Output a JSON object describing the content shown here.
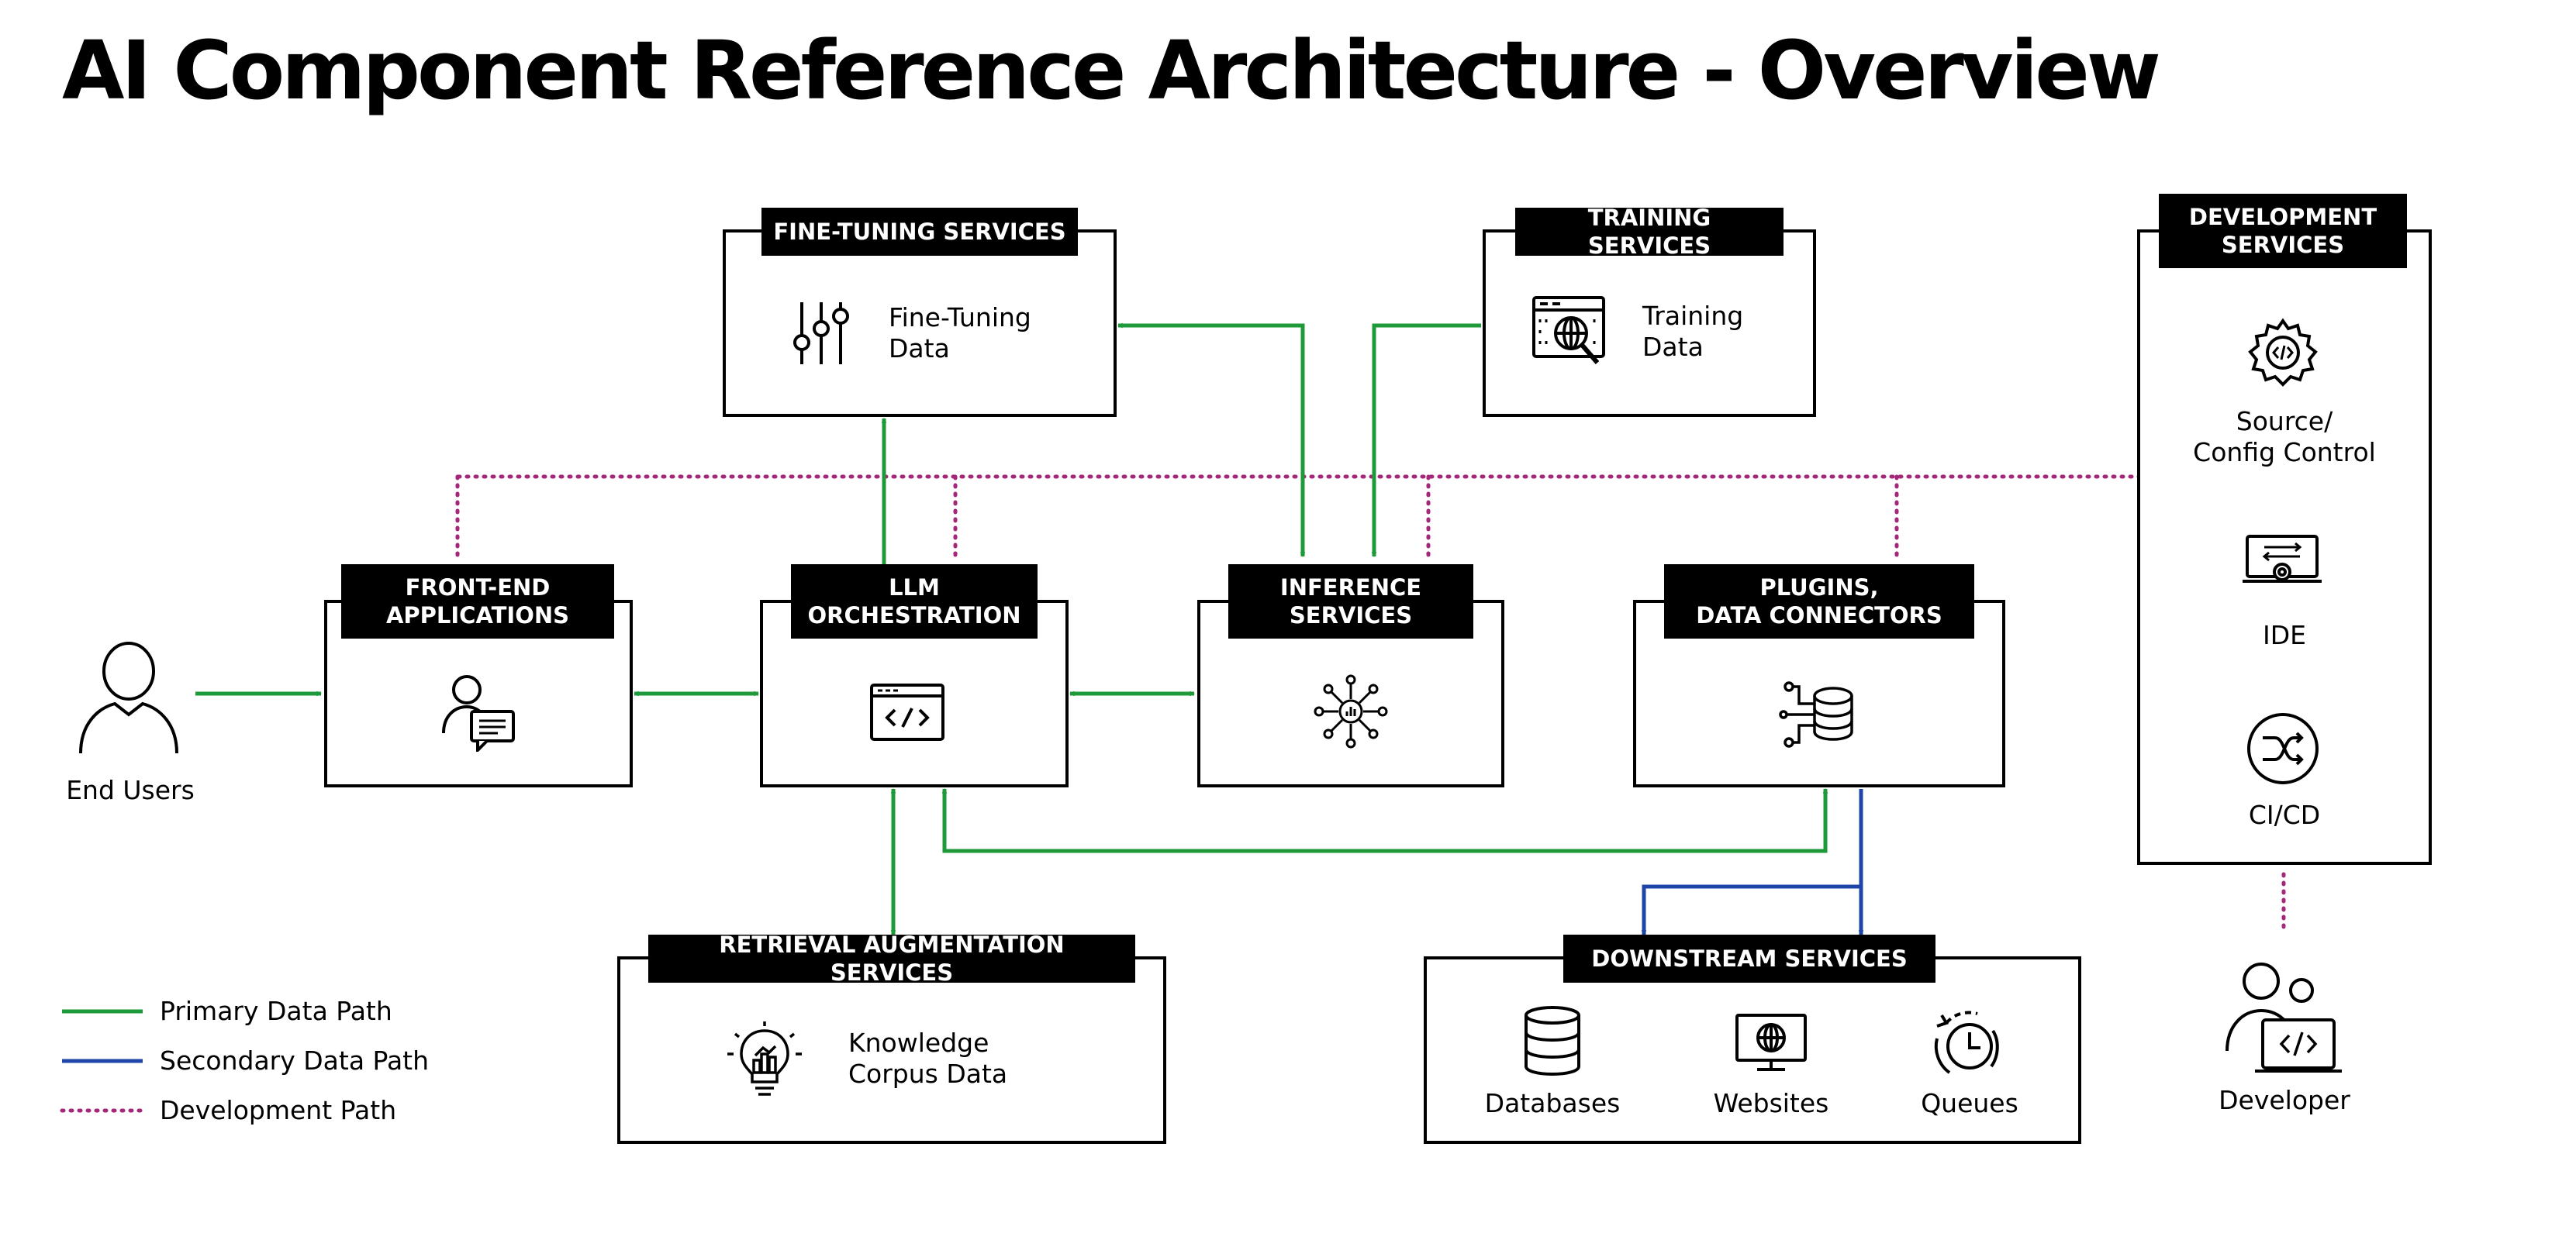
{
  "title": "AI Component Reference Architecture - Overview",
  "colors": {
    "primary": "#1f9a3a",
    "secondary": "#1f45a8",
    "development": "#a4277a",
    "box_border": "#000000",
    "header_bg": "#000000",
    "header_text": "#ffffff"
  },
  "actors": {
    "end_users": "End Users",
    "developer": "Developer"
  },
  "components": {
    "fine_tuning": {
      "header": "FINE-TUNING SERVICES",
      "item": "Fine-Tuning\nData",
      "icon": "sliders-icon"
    },
    "training": {
      "header": "TRAINING SERVICES",
      "item": "Training\nData",
      "icon": "data-browser-icon"
    },
    "development": {
      "header": "DEVELOPMENT\nSERVICES",
      "items": [
        {
          "label": "Source/\nConfig Control",
          "icon": "gear-code-icon"
        },
        {
          "label": "IDE",
          "icon": "monitor-gear-icon"
        },
        {
          "label": "CI/CD",
          "icon": "shuffle-icon"
        }
      ]
    },
    "front_end": {
      "header": "FRONT-END\nAPPLICATIONS",
      "icon": "user-chat-icon"
    },
    "llm": {
      "header": "LLM\nORCHESTRATION",
      "icon": "code-window-icon"
    },
    "inference": {
      "header": "INFERENCE\nSERVICES",
      "icon": "network-chip-icon"
    },
    "plugins": {
      "header": "PLUGINS,\nDATA CONNECTORS",
      "icon": "database-connector-icon"
    },
    "retrieval": {
      "header": "RETRIEVAL AUGMENTATION SERVICES",
      "item": "Knowledge\nCorpus Data",
      "icon": "lightbulb-chart-icon"
    },
    "downstream": {
      "header": "DOWNSTREAM SERVICES",
      "items": [
        {
          "label": "Databases",
          "icon": "database-icon"
        },
        {
          "label": "Websites",
          "icon": "globe-monitor-icon"
        },
        {
          "label": "Queues",
          "icon": "clock-cycle-icon"
        }
      ]
    }
  },
  "legend": [
    {
      "label": "Primary Data Path",
      "style": "primary"
    },
    {
      "label": "Secondary Data Path",
      "style": "secondary"
    },
    {
      "label": "Development Path",
      "style": "development"
    }
  ]
}
